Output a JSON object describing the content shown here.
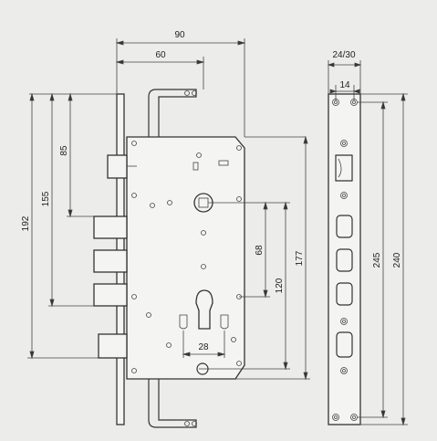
{
  "diagram": {
    "dimensions": {
      "d90": "90",
      "d60": "60",
      "d85": "85",
      "d155": "155",
      "d192": "192",
      "d68": "68",
      "d120": "120",
      "d177": "177",
      "d28": "28",
      "d24_30": "24/30",
      "d14": "14",
      "d245": "245",
      "d240": "240"
    }
  }
}
